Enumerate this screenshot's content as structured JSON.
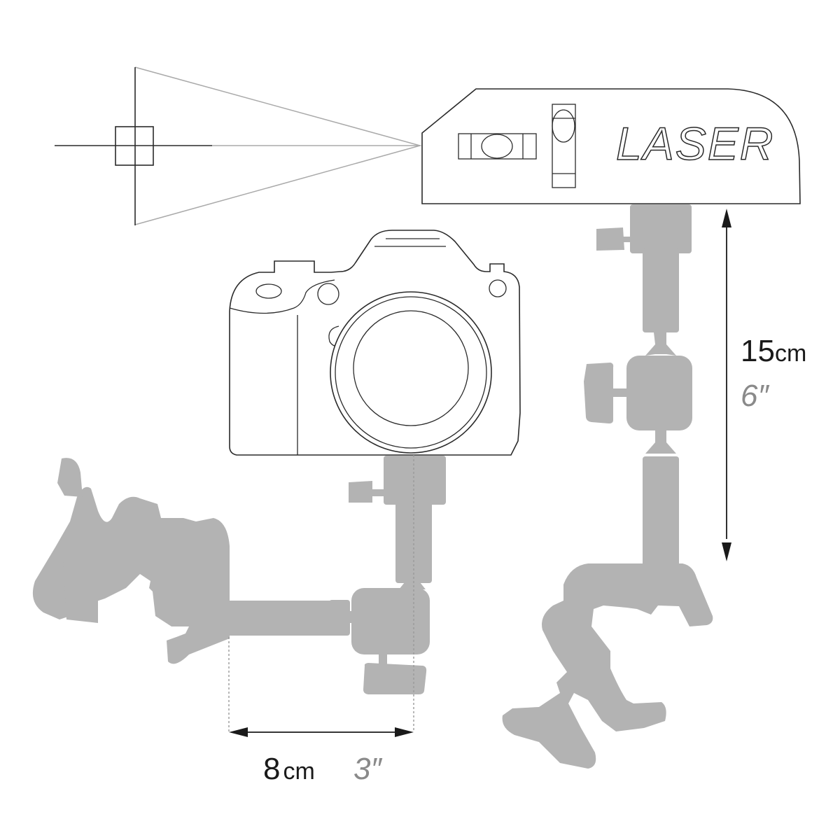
{
  "diagram": {
    "laser_unit": {
      "label": "LASER"
    },
    "dimensions": {
      "height": {
        "metric_value": "15",
        "metric_unit": "cm",
        "imperial": "6″"
      },
      "width": {
        "metric_value": "8",
        "metric_unit": "cm",
        "imperial": "3″"
      }
    },
    "colors": {
      "outline": "#2a2a2a",
      "mount_fill": "#b3b3b3",
      "beam": "#aaaaaa",
      "imperial_text": "#8a8a8a"
    }
  }
}
